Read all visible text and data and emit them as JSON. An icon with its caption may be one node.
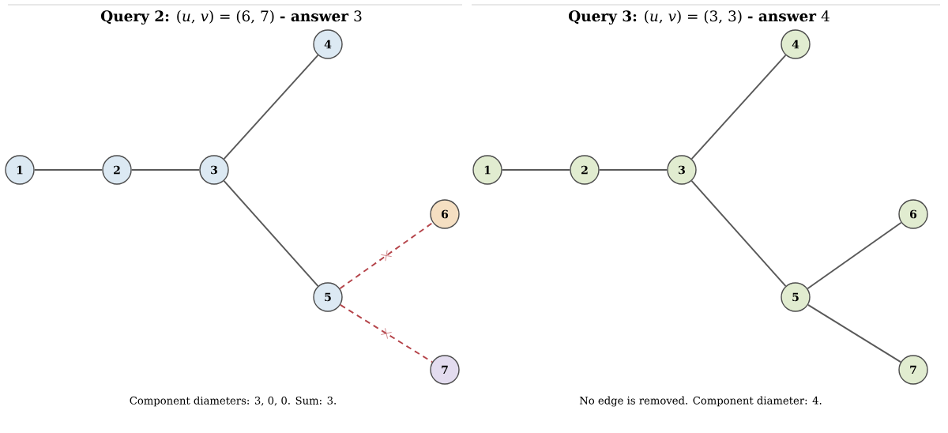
{
  "diagram": {
    "nodes": [
      {
        "text": [
          "1"
        ]
      },
      {
        "text": [
          "2"
        ]
      },
      {
        "text": [
          "3"
        ]
      },
      {
        "text": [
          "4"
        ]
      },
      {
        "text": [
          "5"
        ]
      },
      {
        "text": [
          "6"
        ]
      },
      {
        "text": [
          "7"
        ]
      },
      {
        "text": [
          "1"
        ]
      },
      {
        "text": [
          "2"
        ]
      },
      {
        "text": [
          "3"
        ]
      },
      {
        "text": [
          "4"
        ]
      },
      {
        "text": [
          "5"
        ]
      },
      {
        "text": [
          "6"
        ]
      },
      {
        "text": [
          "7"
        ]
      }
    ],
    "edges": [
      {
        "from": 0,
        "to": 1,
        "arrow": "none"
      },
      {
        "from": 1,
        "to": 2,
        "arrow": "none"
      },
      {
        "from": 2,
        "to": 3,
        "arrow": "none"
      },
      {
        "from": 2,
        "to": 4,
        "arrow": "none"
      },
      {
        "from": 4,
        "to": 5,
        "arrow": "none",
        "style": "dashed",
        "color": "#b5444a"
      },
      {
        "from": 4,
        "to": 6,
        "arrow": "none",
        "style": "dashed",
        "color": "#b5444a"
      },
      {
        "from": 7,
        "to": 8,
        "arrow": "none"
      },
      {
        "from": 8,
        "to": 9,
        "arrow": "none"
      },
      {
        "from": 9,
        "to": 10,
        "arrow": "none"
      },
      {
        "from": 9,
        "to": 11,
        "arrow": "none"
      },
      {
        "from": 11,
        "to": 12,
        "arrow": "none"
      },
      {
        "from": 11,
        "to": 13,
        "arrow": "none"
      }
    ],
    "labels": [
      "**Query 2:** (*u*, *v*) = (6, 7) **- answer** 3",
      "**Query 3:** (*u*, *v*) = (3, 3) **- answer** 4",
      "Component diameters: 3, 0, 0.   Sum: 3.",
      "No edge is removed.   Component diameter: 4."
    ]
  }
}
